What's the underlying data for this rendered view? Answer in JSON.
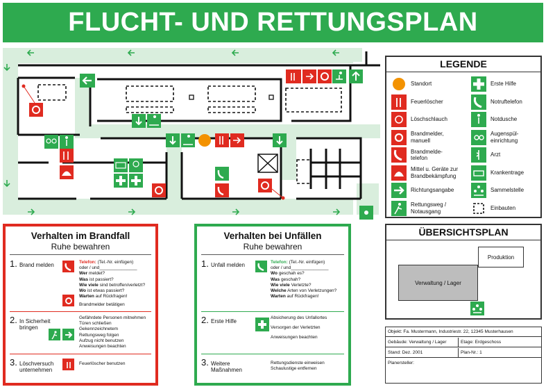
{
  "title": "FLUCHT- UND RETTUNGSPLAN",
  "colors": {
    "green": "#2eaa4f",
    "red": "#e02b20",
    "path": "#d9eedd",
    "orange": "#f39200"
  },
  "legend": {
    "title": "LEGENDE",
    "items_left": [
      {
        "icon": "standort-icon",
        "label": "Standort"
      },
      {
        "icon": "fire-extinguisher-icon",
        "label": "Feuerlöscher"
      },
      {
        "icon": "fire-hose-icon",
        "label": "Löschschlauch"
      },
      {
        "icon": "fire-alarm-icon",
        "label": "Brandmelder, manuell"
      },
      {
        "icon": "fire-alarm-phone-icon",
        "label": "Brandmelde- telefon"
      },
      {
        "icon": "fire-fighting-equipment-icon",
        "label": "Mittel u. Geräte zur Brandbekämpfung"
      },
      {
        "icon": "direction-arrow-icon",
        "label": "Richtungsangabe"
      },
      {
        "icon": "emergency-exit-icon",
        "label": "Rettungsweg / Notausgang"
      }
    ],
    "items_right": [
      {
        "icon": "first-aid-icon",
        "label": "Erste Hilfe"
      },
      {
        "icon": "emergency-phone-icon",
        "label": "Notruftelefon"
      },
      {
        "icon": "emergency-shower-icon",
        "label": "Notdusche"
      },
      {
        "icon": "eye-wash-icon",
        "label": "Augenspül- einrichtung"
      },
      {
        "icon": "doctor-icon",
        "label": "Arzt"
      },
      {
        "icon": "stretcher-icon",
        "label": "Krankentrage"
      },
      {
        "icon": "assembly-point-icon",
        "label": "Sammelstelle"
      },
      {
        "icon": "fixtures-icon",
        "label": "Einbauten"
      }
    ]
  },
  "overview": {
    "title": "ÜBERSICHTSPLAN",
    "production": "Produktion",
    "admin": "Verwaltung / Lager"
  },
  "info": {
    "object": "Objekt: Fa. Mustermann, Industriestr. 22, 12345 Musterhausen",
    "building": "Gebäude: Verwaltung / Lager",
    "floor": "Etage: Erdgeschoss",
    "date": "Stand: Dez. 2001",
    "plan_no": "Plan-Nr.: 1",
    "planner": "Planersteller:"
  },
  "fire": {
    "title": "Verhalten im Brandfall",
    "subtitle": "Ruhe bewahren",
    "step1_num": "1.",
    "step1_label": "Brand melden",
    "phone_label": "Telefon:",
    "phone_hint": "(Tel.-Nr. einfügen)",
    "or_line": "oder / und_______________",
    "w1": "Wer",
    "w1_rest": "meldet?",
    "w2": "Was",
    "w2_rest": "ist passiert?",
    "w3": "Wie viele",
    "w3_rest": "sind betroffen/verletzt?",
    "w4": "Wo",
    "w4_rest": "ist etwas passiert?",
    "w5": "Warten",
    "w5_rest": "auf Rückfragen!",
    "alarm": "Brandmelder betätigen",
    "step2_num": "2.",
    "step2_label": "In Sicherheit bringen",
    "safety": [
      "Gefährdete Personen mitnehmen",
      "Türen schließen",
      "Gekennzeichnetem",
      "Rettungsweg folgen",
      "Aufzug nicht benutzen",
      "Anweisungen beachten"
    ],
    "step3_num": "3.",
    "step3_label": "Löschversuch unternehmen",
    "extinguish": "Feuerlöscher benutzen"
  },
  "accident": {
    "title": "Verhalten bei Unfällen",
    "subtitle": "Ruhe bewahren",
    "step1_num": "1.",
    "step1_label": "Unfall melden",
    "phone_label": "Telefon:",
    "phone_hint": "(Tel.-Nr. einfügen)",
    "or_line": "oder / und_______________",
    "w1": "Wo",
    "w1_rest": "geschah es?",
    "w2": "Was",
    "w2_rest": "geschah?",
    "w3": "Wie viele",
    "w3_rest": "Verletzte?",
    "w4": "Welche",
    "w4_rest": "Arten von Verletzungen?",
    "w5": "Warten",
    "w5_rest": "auf Rückfragen!",
    "step2_num": "2.",
    "step2_label": "Erste Hilfe",
    "firstaid": [
      "Absicherung des Unfallortes",
      "Versorgen der Verletzten",
      "Anweisungen beachten"
    ],
    "step3_num": "3.",
    "step3_label": "Weitere Maßnahmen",
    "further": [
      "Rettungsdienste einweisen",
      "Schaulustige entfernen"
    ]
  }
}
